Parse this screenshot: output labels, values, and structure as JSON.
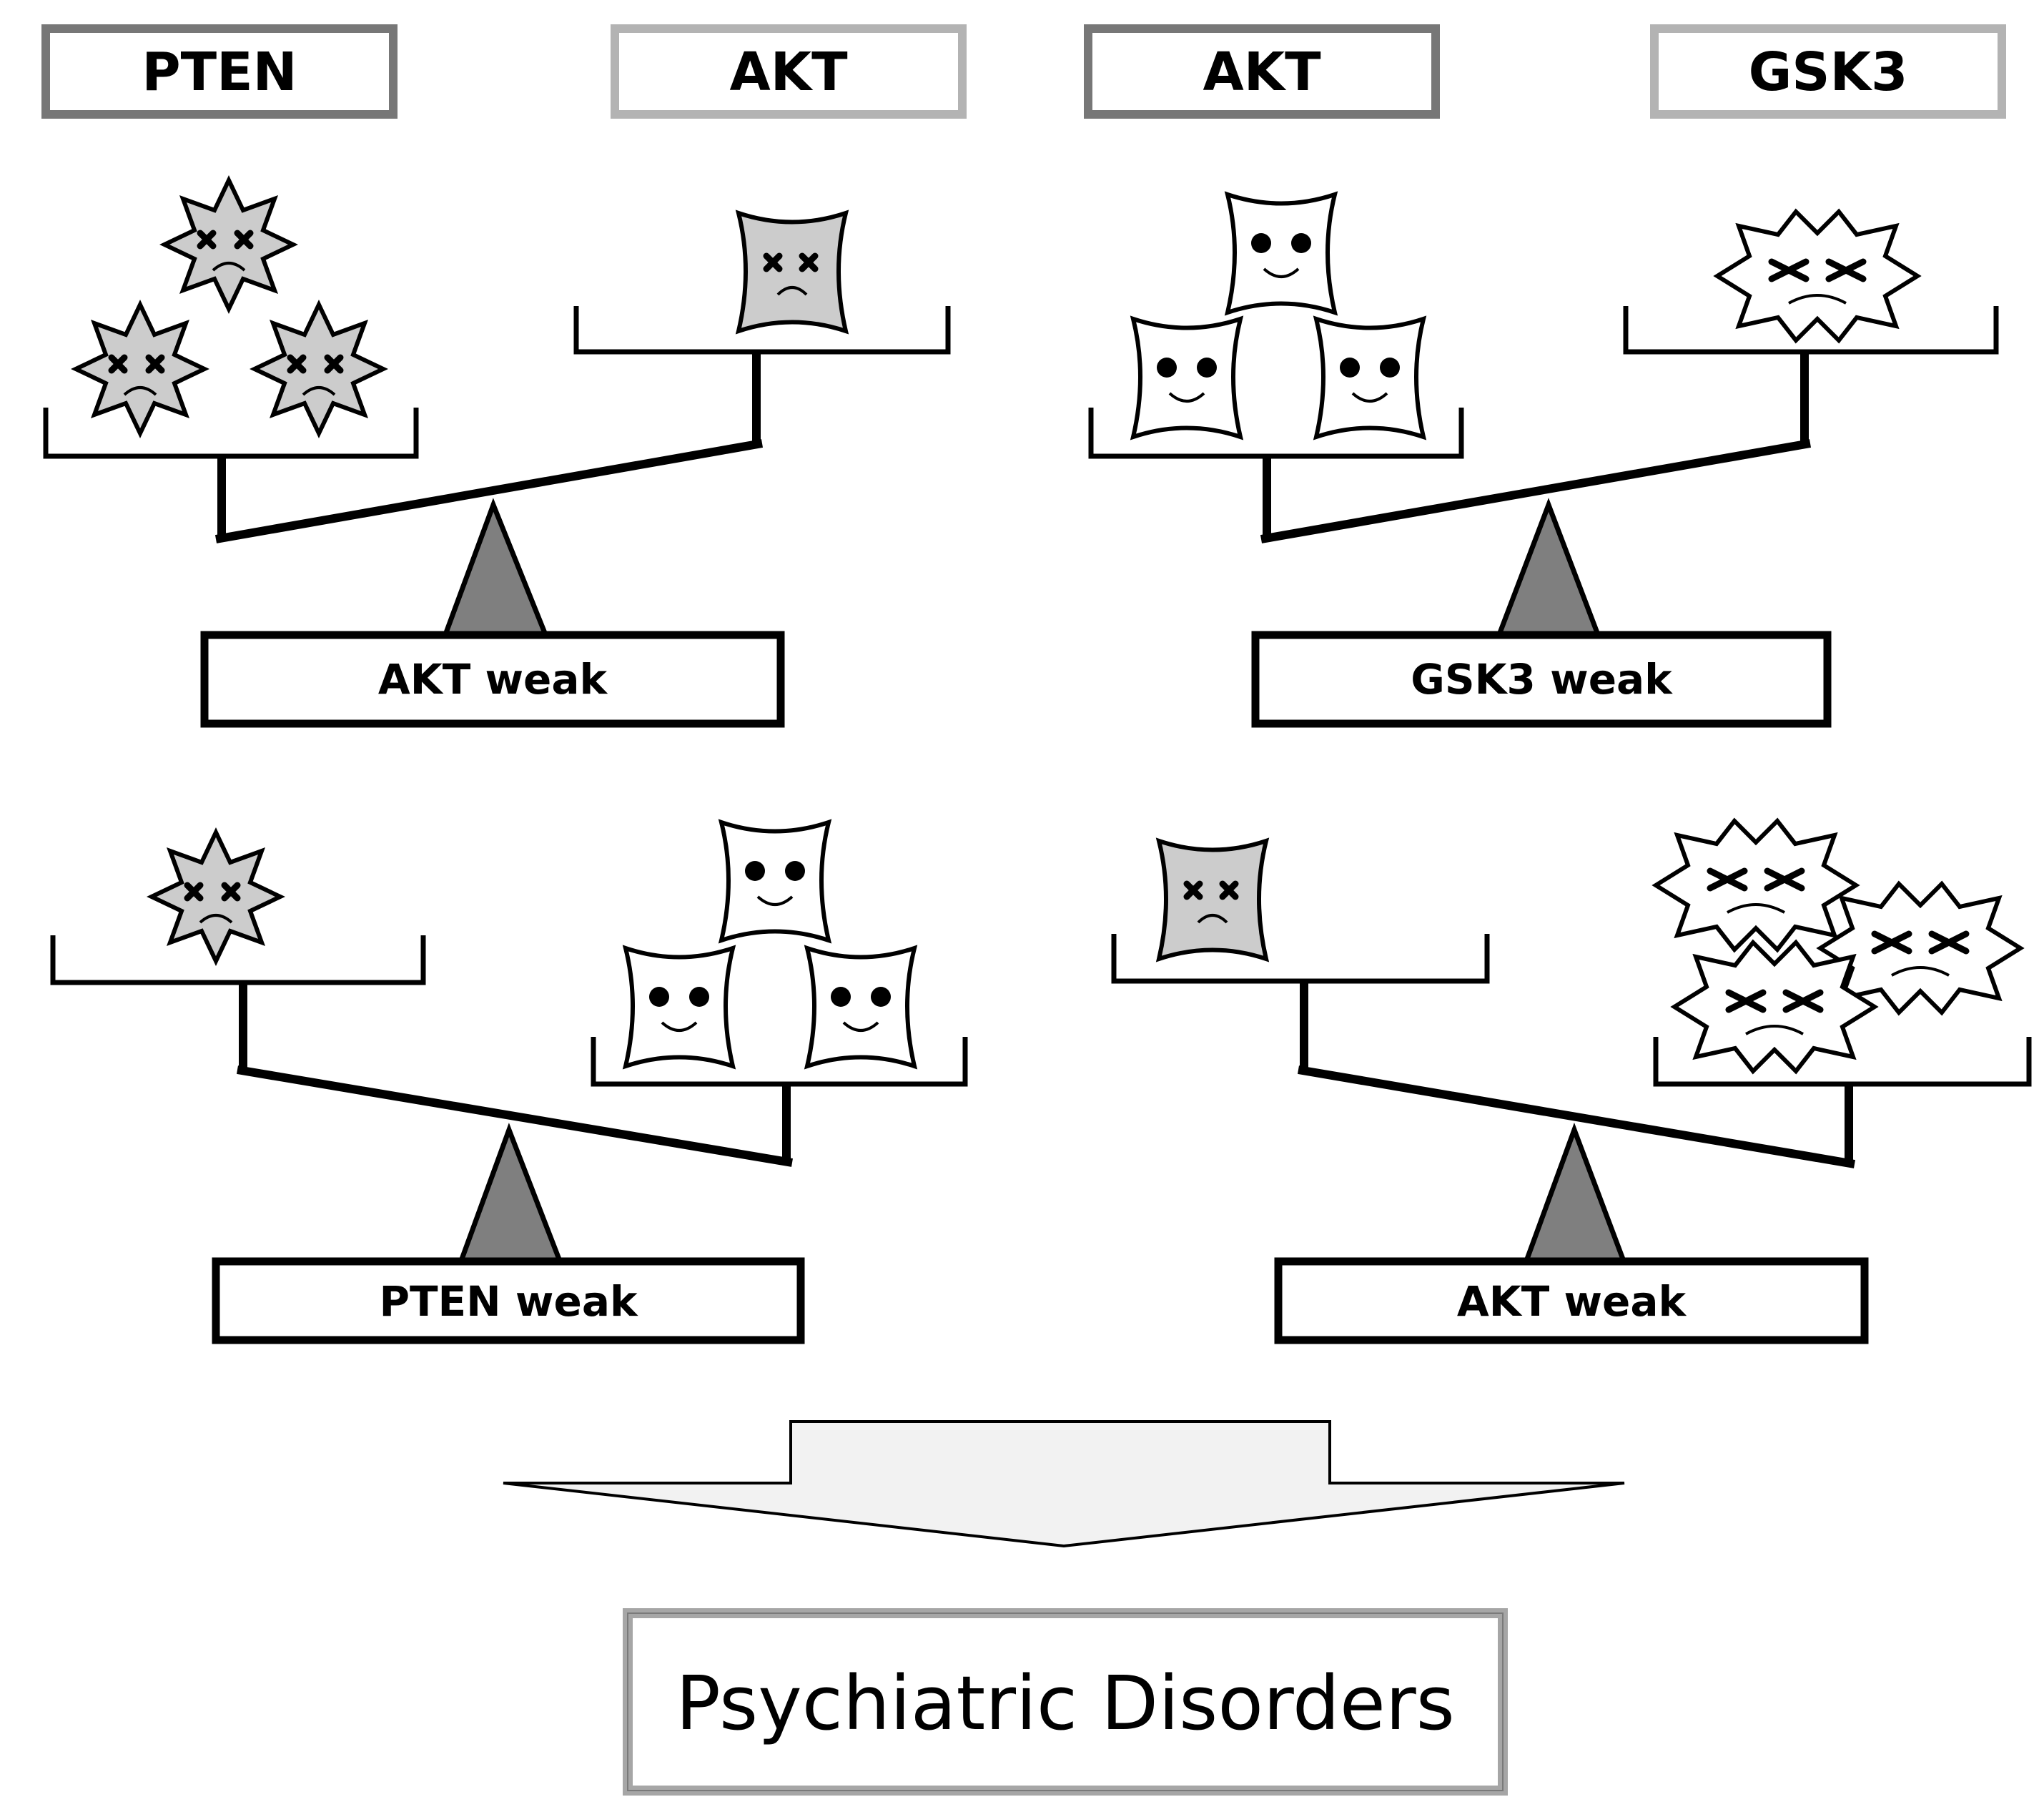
{
  "headers": [
    {
      "label": "PTEN",
      "border": "#777777"
    },
    {
      "label": "AKT",
      "border": "#b3b3b3"
    },
    {
      "label": "AKT",
      "border": "#777777"
    },
    {
      "label": "GSK3",
      "border": "#b3b3b3"
    }
  ],
  "results": [
    {
      "label": "AKT weak"
    },
    {
      "label": "GSK3 weak"
    },
    {
      "label": "PTEN weak"
    },
    {
      "label": "AKT weak"
    }
  ],
  "outcome": {
    "label": "Psychiatric Disorders",
    "border": "#a6a6a6"
  },
  "colors": {
    "shape_gray": "#cccccc",
    "shape_white": "#ffffff",
    "fulcrum": "#7f7f7f",
    "arrow_fill": "#f2f2f2"
  },
  "icons": {
    "sad_star8": "sad-eight-point-star-icon",
    "sad_star4": "sad-four-point-star-icon",
    "happy_star4": "happy-four-point-star-icon",
    "sad_burst": "sad-burst-icon",
    "fulcrum": "fulcrum-triangle-icon",
    "arrow": "down-arrow-icon"
  }
}
